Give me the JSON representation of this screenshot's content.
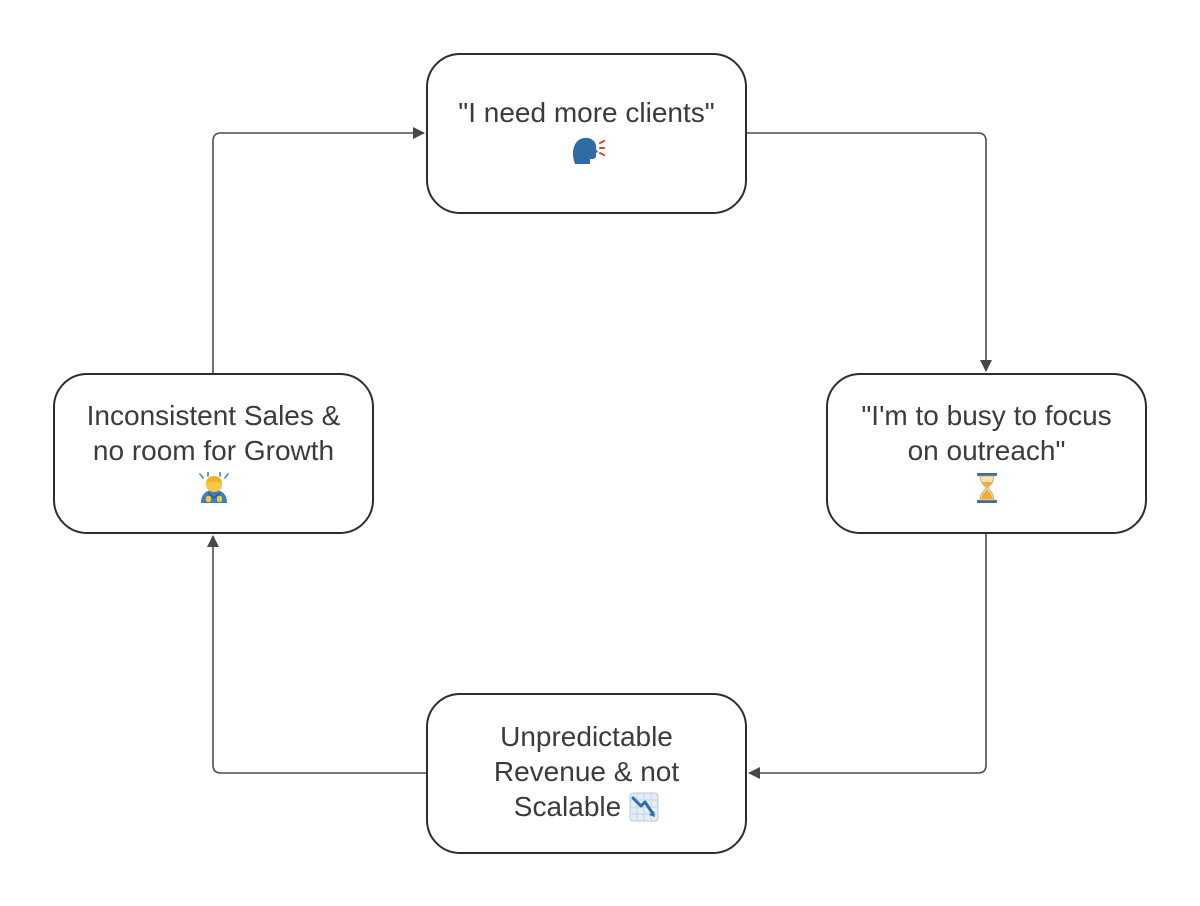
{
  "nodes": {
    "top": {
      "lines": [
        "\"I need more clients\""
      ],
      "icon": "speaking-head-icon"
    },
    "right": {
      "lines": [
        "\"I'm to busy to focus",
        "on outreach\""
      ],
      "icon": "hourglass-icon"
    },
    "bottom": {
      "lines": [
        "Unpredictable",
        "Revenue & not",
        "Scalable"
      ],
      "icon": "chart-decreasing-icon"
    },
    "left": {
      "lines": [
        "Inconsistent Sales &",
        "no room for Growth"
      ],
      "icon": "bowing-person-icon"
    }
  },
  "connections": [
    {
      "from": "top",
      "to": "right"
    },
    {
      "from": "right",
      "to": "bottom"
    },
    {
      "from": "bottom",
      "to": "left"
    },
    {
      "from": "left",
      "to": "top"
    }
  ],
  "colors": {
    "stroke": "#2b2d31",
    "text": "#3a3b3e",
    "connector": "#4a4c50",
    "background": "#ffffff"
  }
}
